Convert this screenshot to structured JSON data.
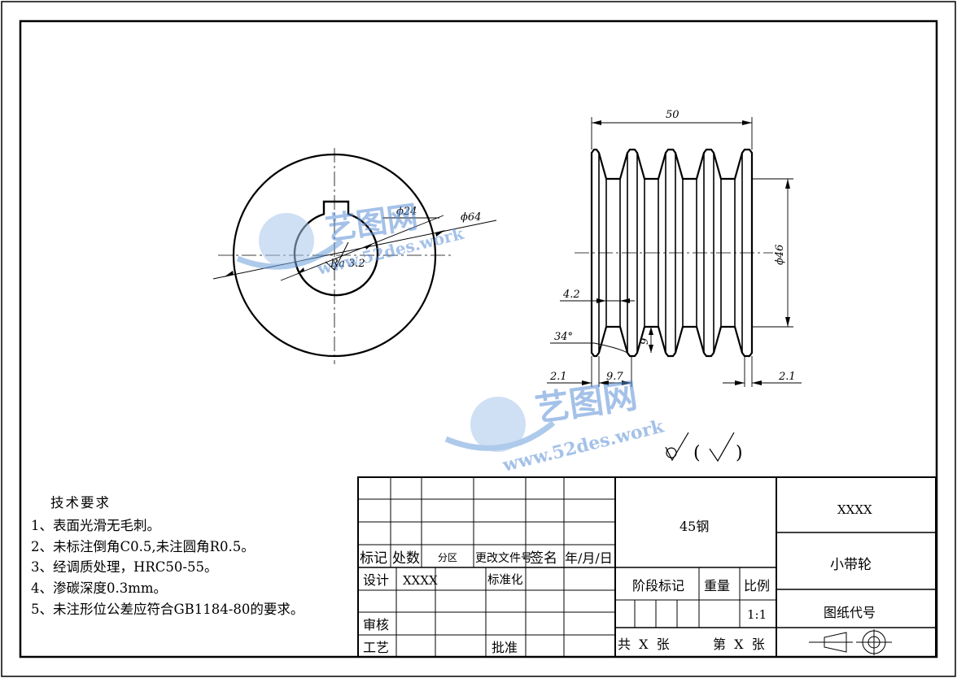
{
  "front_view": {
    "dim_bore": "ϕ24",
    "dim_outer": "ϕ64",
    "roughness": "Ra 3.2"
  },
  "side_view": {
    "dim_width": "50",
    "dim_diameter": "ϕ46",
    "dim_groove": "4.2",
    "dim_angle": "34°",
    "dim_depth": "9",
    "dim_left_edge": "2.1",
    "dim_pitch": "9.7",
    "dim_right_edge": "2.1"
  },
  "surface_symbol": {
    "paren_open": "(",
    "paren_close": ")"
  },
  "watermark": {
    "brand": "艺图网",
    "url": "www.52des.work"
  },
  "tech_requirements": {
    "title": "技术要求",
    "items": [
      "1、表面光滑无毛刺。",
      "2、未标注倒角C0.5,未注圆角R0.5。",
      "3、经调质处理，HRC50-55。",
      "4、渗碳深度0.3mm。",
      "5、未注形位公差应符合GB1184-80的要求。"
    ]
  },
  "title_block": {
    "h_mark": "标记",
    "h_count": "处数",
    "h_zone": "分区",
    "h_change_doc": "更改文件号",
    "h_sign": "签名",
    "h_date": "年/月/日",
    "design": "设计",
    "designer": "XXXX",
    "standardize": "标准化",
    "review": "审核",
    "process": "工艺",
    "approve": "批准",
    "material": "45钢",
    "stage_mark": "阶段标记",
    "weight": "重量",
    "scale_label": "比例",
    "scale_value": "1:1",
    "sheets_total": "共  X  张",
    "sheet_no": "第  X  张",
    "company": "XXXX",
    "part_name": "小带轮",
    "drawing_no": "图纸代号"
  }
}
